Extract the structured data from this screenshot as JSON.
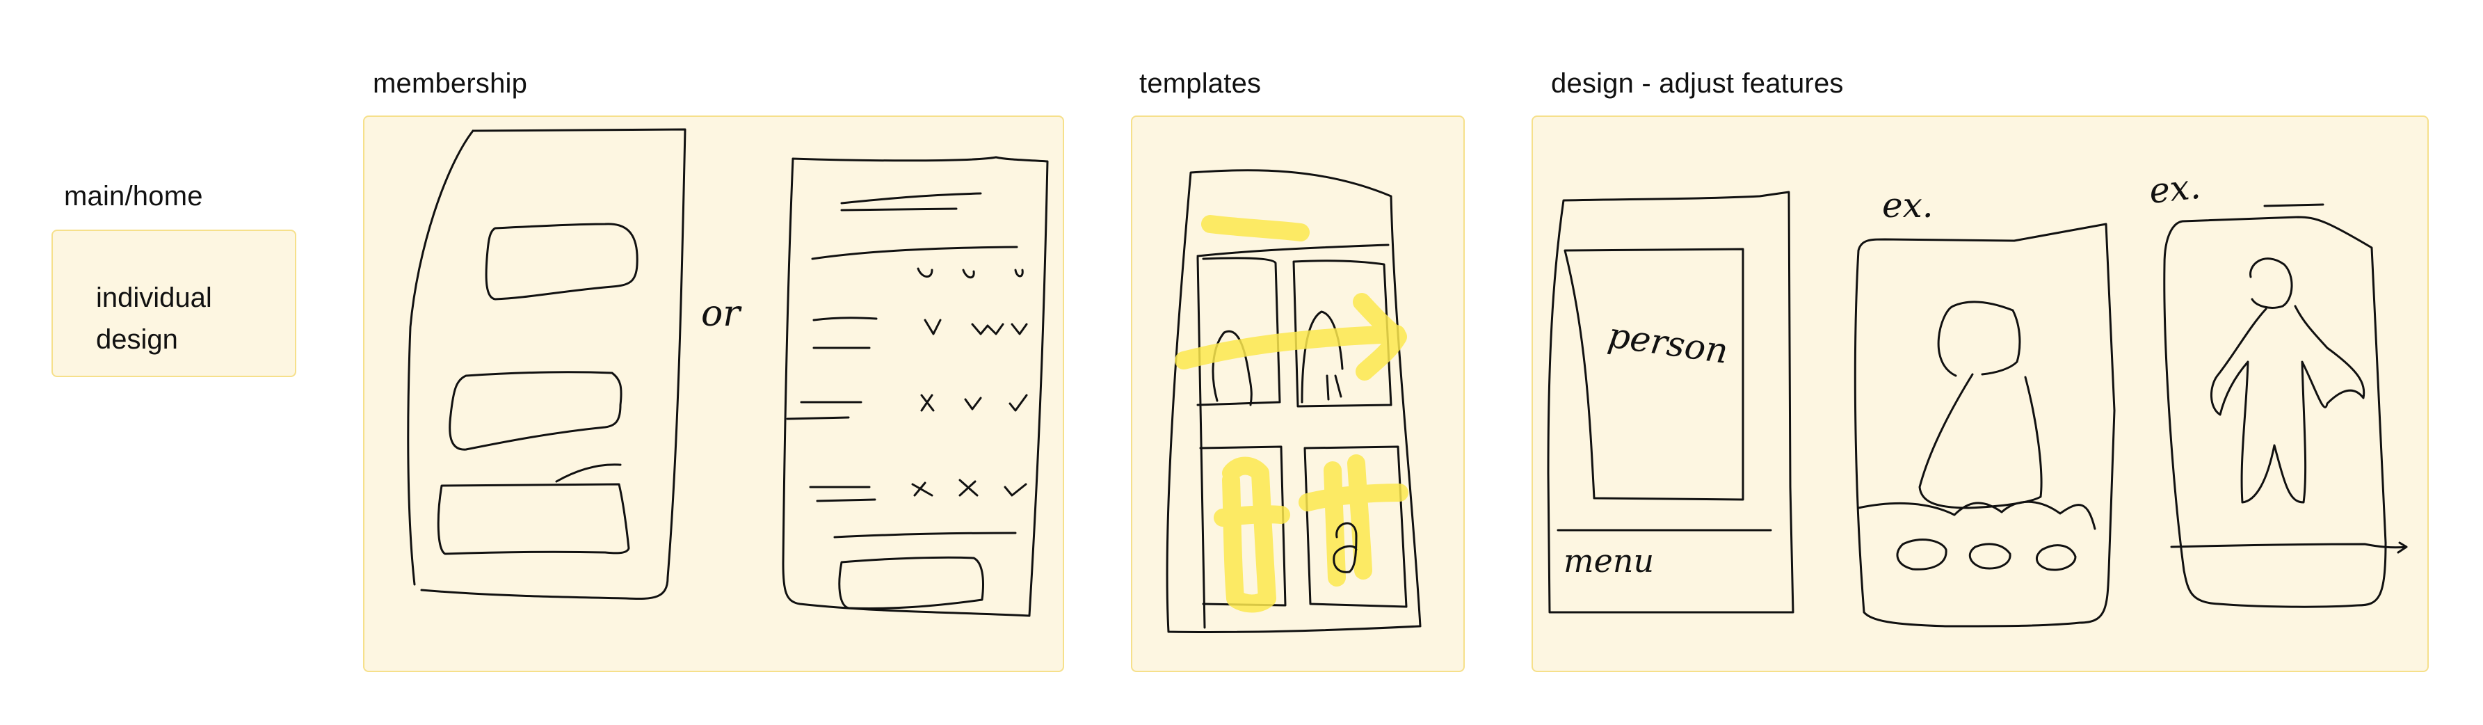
{
  "colors": {
    "frame_fill": "#fdf6e1",
    "frame_border": "#f6e08b",
    "ink": "#111111",
    "highlighter": "#fbe74d"
  },
  "frames": {
    "main_home": {
      "title": "main/home",
      "sticky_note": "individual design"
    },
    "membership": {
      "title": "membership",
      "sketch_note": "or"
    },
    "templates": {
      "title": "templates"
    },
    "design_adjust": {
      "title": "design - adjust features",
      "labels": {
        "person": "person",
        "menu": "menu",
        "ex1": "ex.",
        "ex2": "ex."
      }
    }
  }
}
